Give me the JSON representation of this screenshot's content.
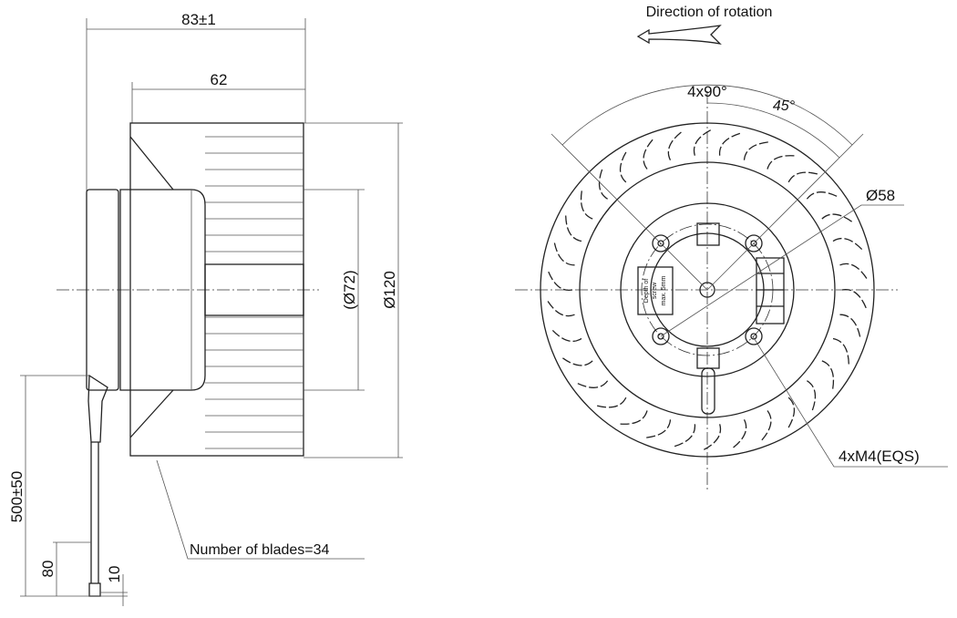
{
  "side_view": {
    "dim_overall_length": "83±1",
    "dim_wheel_length": "62",
    "dim_inner_diameter": "(Ø72)",
    "dim_outer_diameter": "Ø120",
    "dim_cable_length": "500±50",
    "dim_strip_length": "80",
    "dim_tip_length": "10",
    "blades_note": "Number of blades=34"
  },
  "front_view": {
    "rotation_label": "Direction of rotation",
    "angle_pattern": "4x90°",
    "angle_offset": "45°",
    "dim_bolt_circle": "Ø58",
    "screw_note": "4xM4(EQS)",
    "screw_depth_note": [
      "Depth of",
      "screw",
      "max. 5mm"
    ]
  },
  "blade_count": 34
}
